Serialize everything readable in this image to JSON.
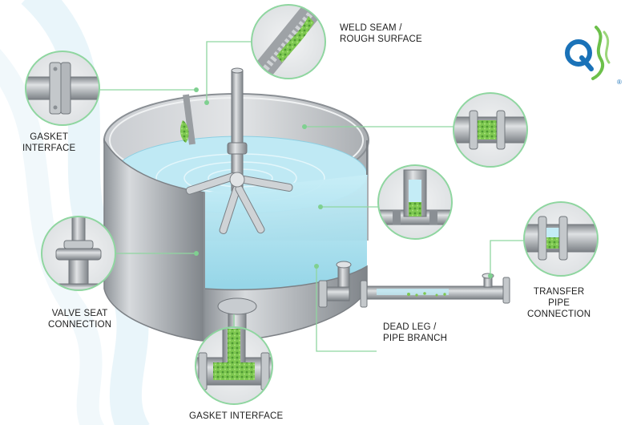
{
  "labels": {
    "weld_seam": "WELD SEAM /\nROUGH SURFACE",
    "gasket_interface_left": "GASKET\nINTERFACE",
    "valve_seat": "VALVE SEAT\nCONNECTION",
    "gasket_interface_bottom": "GASKET INTERFACE",
    "dead_leg": "DEAD LEG /\nPIPE BRANCH",
    "transfer_pipe": "TRANSFER\nPIPE\nCONNECTION"
  },
  "logo": {
    "text": "Q",
    "registered_mark": "®"
  },
  "colors": {
    "callout_stroke": "#8fd6a0",
    "biofilm": "#7ec850",
    "water": "#aee3f0",
    "steel": "#b9bdc2",
    "logo_blue": "#1a72b8",
    "logo_green": "#6cc04a"
  }
}
